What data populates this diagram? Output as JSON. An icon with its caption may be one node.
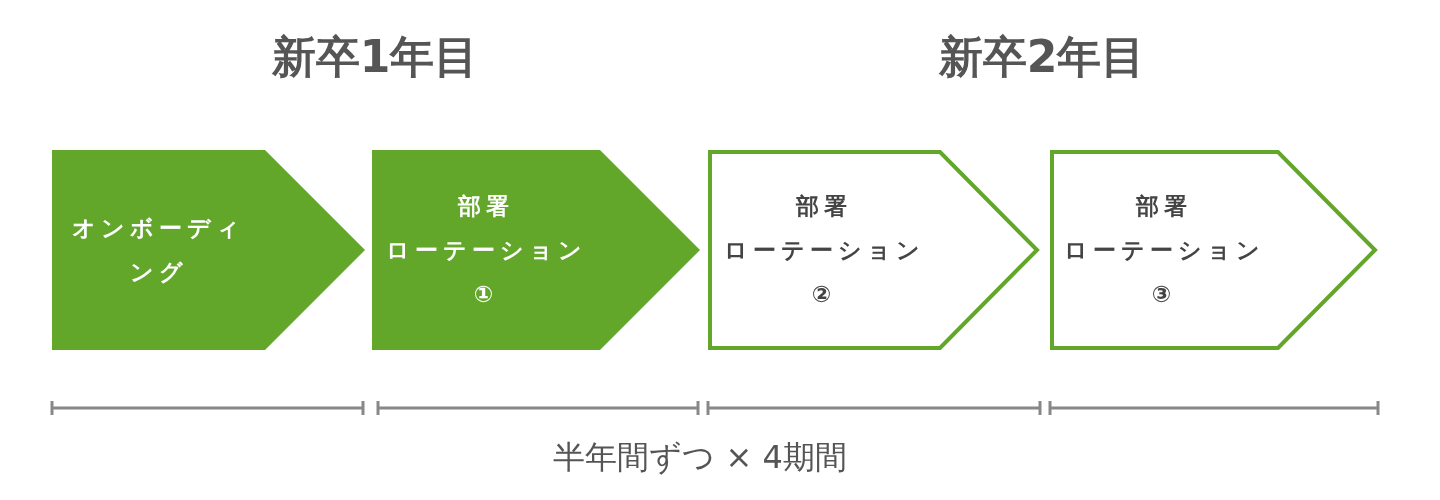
{
  "diagram": {
    "nodes": [
      {
        "text": [
          "オンボーディング"
        ]
      },
      {
        "text": [
          "部署",
          "ローテーション",
          "①"
        ]
      },
      {
        "text": [
          "部署",
          "ローテーション",
          "②"
        ]
      },
      {
        "text": [
          "部署",
          "ローテーション",
          "③"
        ]
      }
    ],
    "edges": [],
    "labels": [
      "新卒1年目",
      "新卒2年目",
      "半年間ずつ × 4期間"
    ]
  }
}
